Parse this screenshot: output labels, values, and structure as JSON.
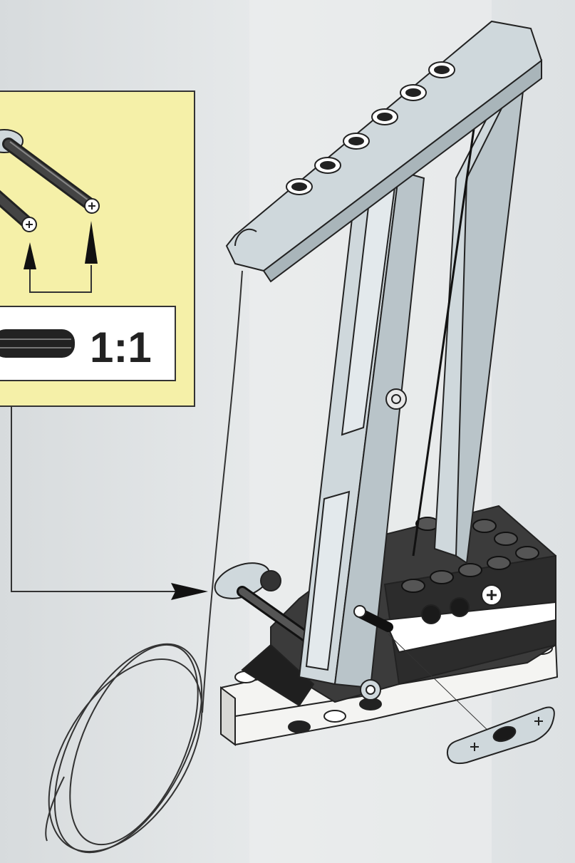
{
  "callout": {
    "scale_label": "1:1",
    "parts": [
      "axle",
      "axle"
    ],
    "box_color": "#f5f0a8",
    "border_color": "#333333"
  },
  "model": {
    "description_icon": "crane-icon",
    "colors": {
      "light_grey": "#cfd8dc",
      "dark_grey": "#3b3b3b",
      "white": "#f4f4f2",
      "outline": "#222222"
    }
  }
}
